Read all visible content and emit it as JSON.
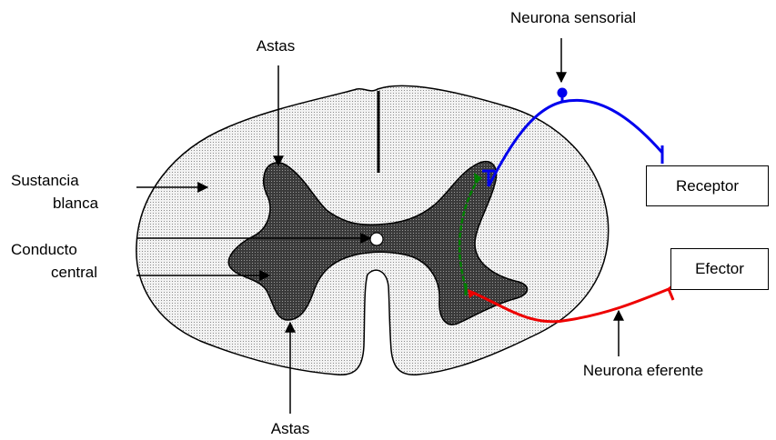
{
  "labels": {
    "astas_top": "Astas",
    "astas_bottom": "Astas",
    "sustancia_line1": "Sustancia",
    "sustancia_line2": "blanca",
    "conducto_line1": "Conducto",
    "conducto_line2": "central",
    "neurona_sensorial": "Neurona sensorial",
    "neurona_eferente": "Neurona eferente",
    "receptor": "Receptor",
    "efector": "Efector"
  },
  "colors": {
    "white_matter": "#dcdcdc",
    "gray_matter": "#3a3a3a",
    "sensory_neuron": "#0000ee",
    "interneuron": "#008000",
    "efferent_neuron": "#ee0000",
    "outline": "#000000"
  }
}
